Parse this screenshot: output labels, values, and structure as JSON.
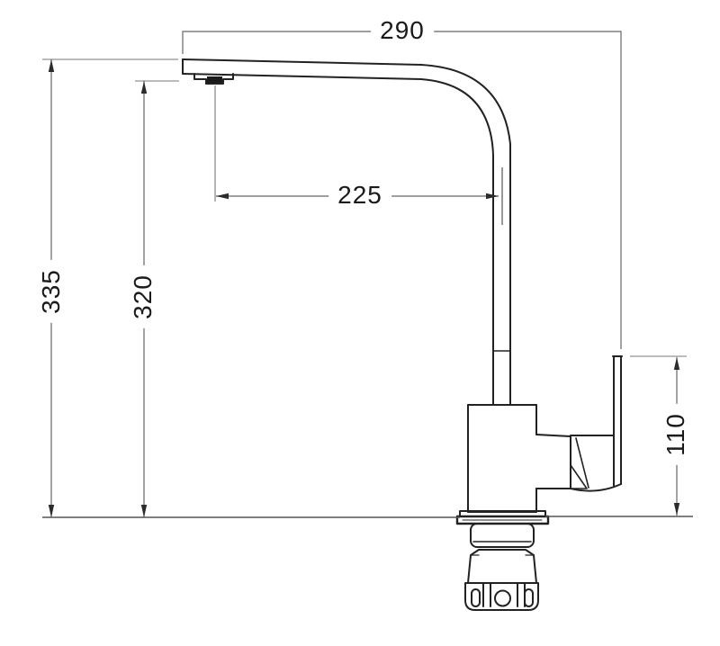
{
  "drawing": {
    "subject": "kitchen-mixer-tap-side-view-technical-drawing",
    "background_color": "#ffffff",
    "outline_color": "#222222",
    "dimension_line_color": "#666666",
    "dimensions": {
      "overall_width": {
        "label": "290",
        "orientation": "horizontal"
      },
      "spout_reach": {
        "label": "225",
        "orientation": "horizontal"
      },
      "overall_height": {
        "label": "335",
        "orientation": "vertical"
      },
      "spout_height": {
        "label": "320",
        "orientation": "vertical"
      },
      "handle_height": {
        "label": "110",
        "orientation": "vertical"
      }
    }
  }
}
